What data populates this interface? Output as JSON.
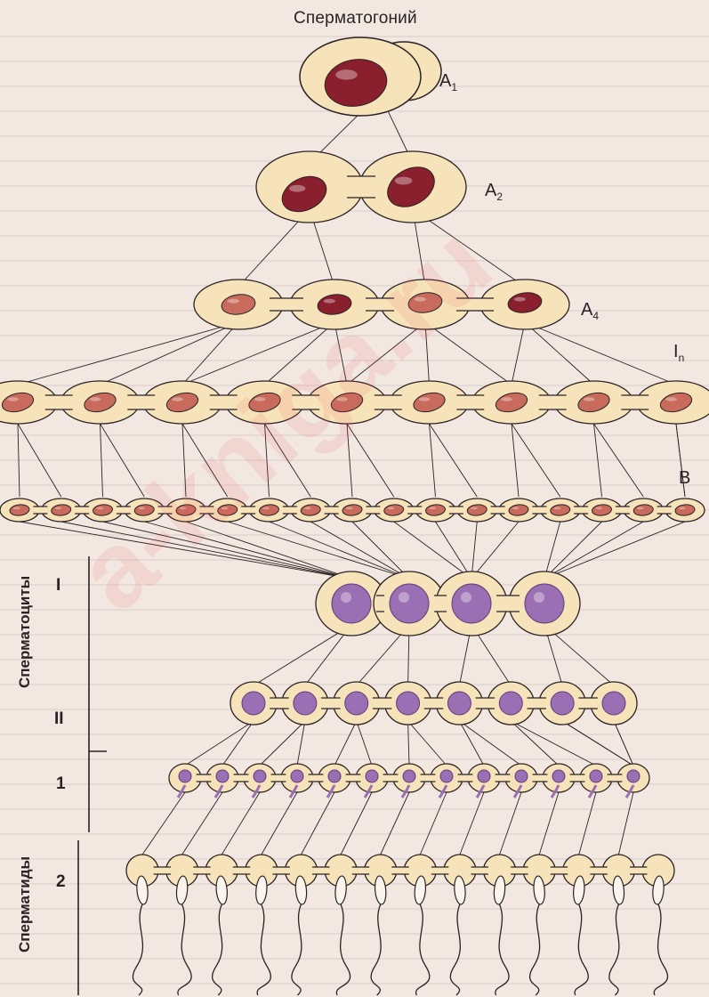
{
  "title": "Сперматогоний",
  "stages": {
    "a1": "A",
    "a1_sub": "1",
    "a2": "A",
    "a2_sub": "2",
    "a4": "A",
    "a4_sub": "4",
    "in": "I",
    "in_sub": "n",
    "b": "B"
  },
  "groups": {
    "spermatocytes": "Сперматоциты",
    "spermatocyte_i": "I",
    "spermatocyte_ii": "II",
    "spermatids": "Сперматиды",
    "spermatid_1": "1",
    "spermatid_2": "2"
  },
  "watermark": "a-kniga.ru",
  "colors": {
    "cytoplasm": "#f6e3b9",
    "nucleus_early": "#8a1f2e",
    "nucleus_pale": "#c86b5c",
    "nucleus_meiotic": "#9b6fb3",
    "outline": "#2a2224",
    "background": "#f2e7e1"
  }
}
